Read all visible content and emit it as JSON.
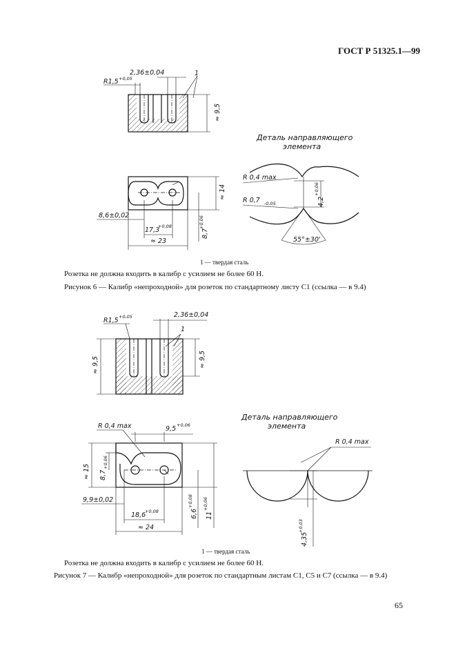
{
  "header": {
    "standard": "ГОСТ Р 51325.1—99"
  },
  "figure6": {
    "dims": {
      "radius_top": "R1,5",
      "radius_top_tol": "+0,05",
      "slot_width": "2,36±0,04",
      "callout": "1",
      "height": "≈ 9,5",
      "height_right": "≈ 14",
      "offset": "8,6±0,02",
      "center_span": "17,3",
      "center_span_tol": "+0,08",
      "depth": "8,7",
      "depth_tol": "+0,06",
      "overall": "≈ 23"
    },
    "detail": {
      "title_line1": "Деталь направляющего",
      "title_line2": "элемента",
      "radius_max": "R 0,4 max",
      "radius_small": "R 0,7",
      "radius_small_tol": "-0,05",
      "gap": "4,2",
      "gap_tol": "+0,06",
      "angle": "55°±30'"
    },
    "legend": "1 — твердая сталь",
    "note": "Розетка не должна входить в калибр с усилием не более 60 Н.",
    "caption": "Рисунок 6 — Калибр «непроходной» для розеток по стандартному листу C1 (ссылка — в 9.4)"
  },
  "figure7": {
    "dims": {
      "radius_top": "R1,5",
      "radius_top_tol": "+0,05",
      "slot_width": "2,36±0,04",
      "callout": "1",
      "height_left": "≈ 9,5",
      "height_right": "≈ 9,5",
      "radius_max": "R 0,4 max",
      "slot_span": "9,5",
      "slot_span_tol": "+0,06",
      "overall_height": "≈ 15",
      "pin_height": "8,7",
      "pin_height_tol": "+0,06",
      "offset": "9,9±0,02",
      "center_span": "18,6",
      "center_span_tol": "+0,08",
      "height_a": "6,6",
      "height_a_tol": "+0,08",
      "height_b": "11",
      "height_b_tol": "+0,06",
      "overall": "≈ 24"
    },
    "detail": {
      "title_line1": "Деталь направляющего",
      "title_line2": "элемента",
      "radius_max": "R 0,4 max",
      "depth": "4,35",
      "depth_tol": "+0,03"
    },
    "legend": "1 — твердая сталь",
    "note": "Розетка не должна входить в калибр с усилием не более 60 Н.",
    "caption": "Рисунок 7 — Калибр «непроходной» для розеток по стандартным листам C1, C5 и C7 (ссылка — в 9.4)"
  },
  "page_number": "65"
}
